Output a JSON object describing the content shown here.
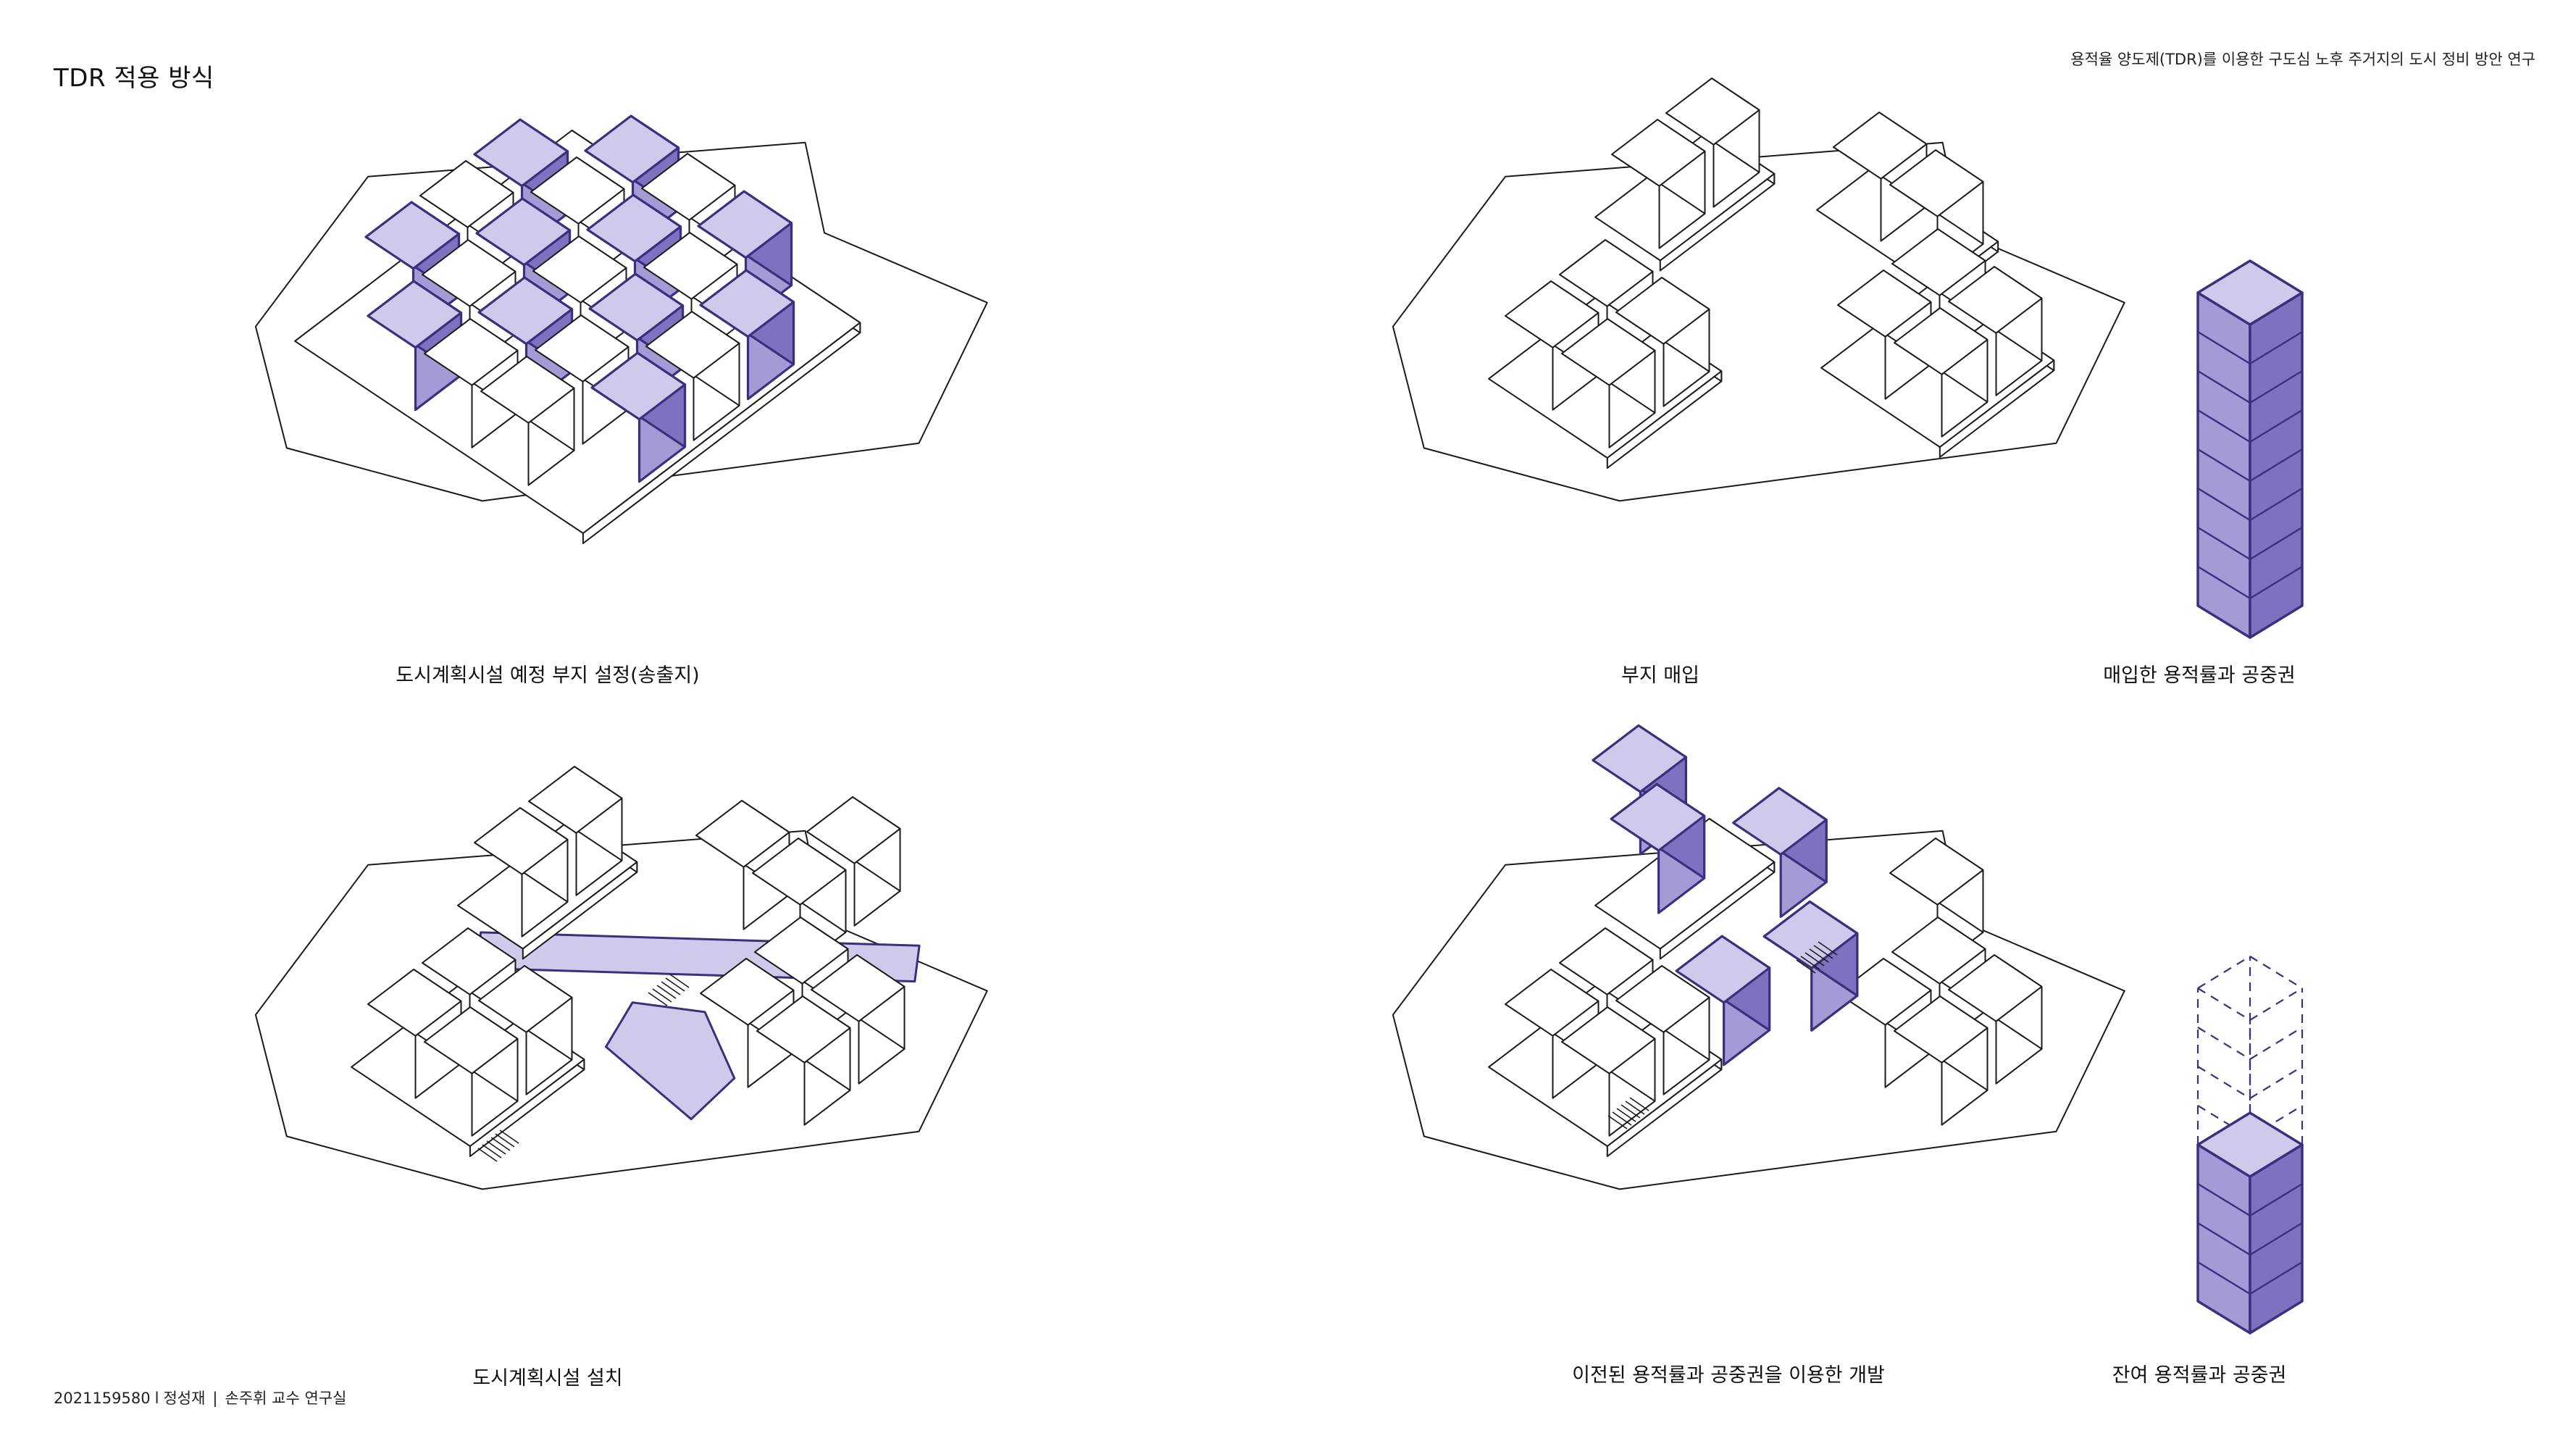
{
  "page": {
    "title": "TDR 적용 방식",
    "subtitle": "용적율 양도제(TDR)를 이용한 구도심 노후 주거지의 도시 정비 방안 연구"
  },
  "footer": {
    "student_id": "2021159580",
    "divider": "l",
    "author": "정성재",
    "separator": "|",
    "lab": "손주휘 교수 연구실"
  },
  "panels": [
    {
      "id": "sending-site",
      "caption": "도시계획시설 예정 부지 설정(송출지)"
    },
    {
      "id": "site-purchase",
      "caption": "부지 매입"
    },
    {
      "id": "purchased-rights",
      "caption": "매입한 용적률과 공중권"
    },
    {
      "id": "facility-install",
      "caption": "도시계획시설 설치"
    },
    {
      "id": "development",
      "caption": "이전된 용적률과 공중권을 이용한 개발"
    },
    {
      "id": "remaining-rights",
      "caption": "잔여 용적률과 공중권"
    }
  ],
  "colors": {
    "accent_top": "#cfc9ec",
    "accent_left": "#a49bd6",
    "accent_right": "#7d71c0",
    "accent_stroke": "#3b2f7e",
    "line": "#1a1a1a"
  },
  "towers": {
    "full_tower_floors": 8,
    "remaining_tower_solid_floors": 4,
    "remaining_tower_dashed_floors": 4
  }
}
